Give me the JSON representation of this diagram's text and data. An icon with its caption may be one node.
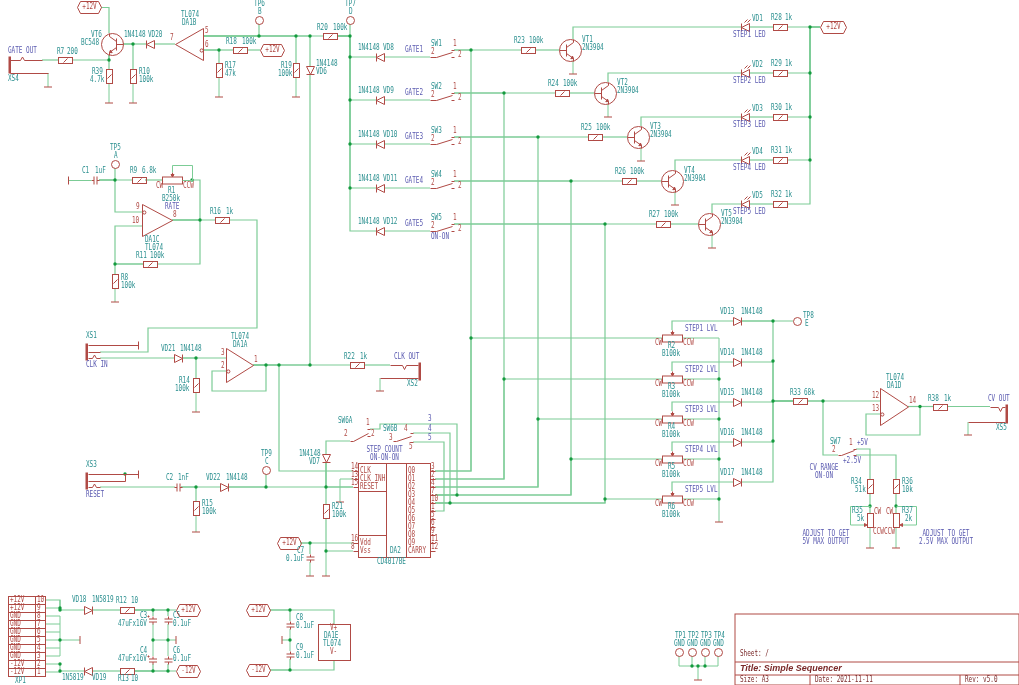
{
  "diagram": {
    "nodes": [
      {
        "text": [
          "+12V"
        ]
      },
      {
        "text": [
          "GATE OUT",
          "XS4"
        ]
      },
      {
        "text": [
          "R7",
          "200"
        ]
      },
      {
        "text": [
          "VT6",
          "BC548"
        ]
      },
      {
        "text": [
          "R39",
          "4.7k"
        ]
      },
      {
        "text": [
          "R10",
          "100k"
        ]
      },
      {
        "text": [
          "1N4148",
          "VD20"
        ]
      },
      {
        "text": [
          "TL074",
          "DA1B",
          "7",
          "5",
          "6"
        ]
      },
      {
        "text": [
          "R18",
          "100k"
        ]
      },
      {
        "text": [
          "+12V"
        ]
      },
      {
        "text": [
          "R17",
          "47k"
        ]
      },
      {
        "text": [
          "TP6",
          "B"
        ]
      },
      {
        "text": [
          "R19",
          "100k"
        ]
      },
      {
        "text": [
          "1N4148",
          "VD6"
        ]
      },
      {
        "text": [
          "R20",
          "100k"
        ]
      },
      {
        "text": [
          "TP7",
          "D"
        ]
      },
      {
        "text": [
          "1N4148",
          "VD8"
        ]
      },
      {
        "text": [
          "1N4148",
          "VD9"
        ]
      },
      {
        "text": [
          "1N4148",
          "VD10"
        ]
      },
      {
        "text": [
          "1N4148",
          "VD11"
        ]
      },
      {
        "text": [
          "1N4148",
          "VD12"
        ]
      },
      {
        "text": [
          "SW1",
          "1",
          "2",
          "2"
        ]
      },
      {
        "text": [
          "SW2",
          "1",
          "2",
          "2"
        ]
      },
      {
        "text": [
          "SW3",
          "1",
          "2",
          "2"
        ]
      },
      {
        "text": [
          "SW4",
          "1",
          "2",
          "2"
        ]
      },
      {
        "text": [
          "SW5",
          "1",
          "2",
          "2",
          "ON-ON"
        ]
      },
      {
        "text": [
          "VT1",
          "2N3904"
        ]
      },
      {
        "text": [
          "VT2",
          "2N3904"
        ]
      },
      {
        "text": [
          "VT3",
          "2N3904"
        ]
      },
      {
        "text": [
          "VT4",
          "2N3904"
        ]
      },
      {
        "text": [
          "VT5",
          "2N3904"
        ]
      },
      {
        "text": [
          "R23",
          "100k"
        ]
      },
      {
        "text": [
          "R24",
          "100k"
        ]
      },
      {
        "text": [
          "R25",
          "100k"
        ]
      },
      {
        "text": [
          "R26",
          "100k"
        ]
      },
      {
        "text": [
          "R27",
          "100k"
        ]
      },
      {
        "text": [
          "VD1",
          "STEP1 LED"
        ]
      },
      {
        "text": [
          "VD2",
          "STEP2 LED"
        ]
      },
      {
        "text": [
          "VD3",
          "STEP3 LED"
        ]
      },
      {
        "text": [
          "VD4",
          "STEP4 LED"
        ]
      },
      {
        "text": [
          "VD5",
          "STEP5 LED"
        ]
      },
      {
        "text": [
          "R28",
          "1k"
        ]
      },
      {
        "text": [
          "R29",
          "1k"
        ]
      },
      {
        "text": [
          "R30",
          "1k"
        ]
      },
      {
        "text": [
          "R31",
          "1k"
        ]
      },
      {
        "text": [
          "R32",
          "1k"
        ]
      },
      {
        "text": [
          "+12V"
        ]
      },
      {
        "text": [
          "TP5",
          "A"
        ]
      },
      {
        "text": [
          "C1",
          "1uF"
        ]
      },
      {
        "text": [
          "R9",
          "6.8k"
        ]
      },
      {
        "text": [
          "R1",
          "B250k",
          "RATE",
          "CW",
          "CCW"
        ]
      },
      {
        "text": [
          "DA1C",
          "TL074",
          "9",
          "10",
          "8"
        ]
      },
      {
        "text": [
          "R16",
          "1k"
        ]
      },
      {
        "text": [
          "R11",
          "100k"
        ]
      },
      {
        "text": [
          "R8",
          "100k"
        ]
      },
      {
        "text": [
          "XS1",
          "CLK IN"
        ]
      },
      {
        "text": [
          "VD21",
          "1N4148"
        ]
      },
      {
        "text": [
          "R14",
          "100k"
        ]
      },
      {
        "text": [
          "TL074",
          "DA1A",
          "3",
          "2",
          "1"
        ]
      },
      {
        "text": [
          "R22",
          "1k"
        ]
      },
      {
        "text": [
          "CLK OUT",
          "XS2"
        ]
      },
      {
        "text": [
          "XS3",
          "RESET"
        ]
      },
      {
        "text": [
          "C2",
          "1nF"
        ]
      },
      {
        "text": [
          "R15",
          "100k"
        ]
      },
      {
        "text": [
          "VD22",
          "1N4148"
        ]
      },
      {
        "text": [
          "TP9",
          "C"
        ]
      },
      {
        "text": [
          "1N4148",
          "VD7"
        ]
      },
      {
        "text": [
          "SW6A",
          "1",
          "2",
          "2",
          "SW6B",
          "3",
          "4",
          "5",
          "STEP COUNT ON-ON-ON"
        ]
      },
      {
        "text": [
          "R21",
          "100k"
        ]
      },
      {
        "text": [
          "14",
          "CLK",
          "13",
          "CLK_INH",
          "15",
          "RESET",
          "16",
          "Vdd",
          "8",
          "Vss",
          "Q0",
          "3",
          "Q1",
          "2",
          "Q2",
          "4",
          "Q3",
          "7",
          "Q4",
          "10",
          "Q5",
          "1",
          "Q6",
          "5",
          "Q7",
          "6",
          "Q8",
          "9",
          "Q9",
          "11",
          "CARRY",
          "12",
          "DA2",
          "CD4017BE"
        ]
      },
      {
        "text": [
          "+12V"
        ]
      },
      {
        "text": [
          "C7",
          "0.1uF"
        ]
      },
      {
        "text": [
          "STEP1 LVL",
          "R2",
          "B100k",
          "CW",
          "CCW"
        ]
      },
      {
        "text": [
          "STEP2 LVL",
          "R3",
          "B100k",
          "CW",
          "CCW"
        ]
      },
      {
        "text": [
          "STEP3 LVL",
          "R4",
          "B100k",
          "CW",
          "CCW"
        ]
      },
      {
        "text": [
          "STEP4 LVL",
          "R5",
          "B100k",
          "CW",
          "CCW"
        ]
      },
      {
        "text": [
          "STEP5 LVL",
          "R6",
          "B100k",
          "CW",
          "CCW"
        ]
      },
      {
        "text": [
          "VD13",
          "1N4148"
        ]
      },
      {
        "text": [
          "VD14",
          "1N4148"
        ]
      },
      {
        "text": [
          "VD15",
          "1N4148"
        ]
      },
      {
        "text": [
          "VD16",
          "1N4148"
        ]
      },
      {
        "text": [
          "VD17",
          "1N4148"
        ]
      },
      {
        "text": [
          "TP8",
          "E"
        ]
      },
      {
        "text": [
          "R33",
          "68k"
        ]
      },
      {
        "text": [
          "TL074",
          "DA1D",
          "12",
          "13",
          "14"
        ]
      },
      {
        "text": [
          "R38",
          "1k"
        ]
      },
      {
        "text": [
          "CV OUT",
          "XS5"
        ]
      },
      {
        "text": [
          "SW7",
          "+5V",
          "2",
          "1",
          "+2.5V",
          "CV RANGE ON-ON"
        ]
      },
      {
        "text": [
          "R34",
          "51k"
        ]
      },
      {
        "text": [
          "R35",
          "5k",
          "CW",
          "CCW"
        ]
      },
      {
        "text": [
          "R36",
          "10k"
        ]
      },
      {
        "text": [
          "R37",
          "2k",
          "CW",
          "CCW"
        ]
      },
      {
        "text": [
          "+12V",
          "10",
          "+12V",
          "9",
          "GND",
          "8",
          "GND",
          "7",
          "GND",
          "6",
          "GND",
          "5",
          "GND",
          "4",
          "GND",
          "3",
          "-12V",
          "2",
          "-12V",
          "1",
          "XP1"
        ]
      },
      {
        "text": [
          "VD18",
          "1N5819"
        ]
      },
      {
        "text": [
          "R12",
          "10"
        ]
      },
      {
        "text": [
          "C3",
          "47uFx16V"
        ]
      },
      {
        "text": [
          "C5",
          "0.1uF"
        ]
      },
      {
        "text": [
          "+12V"
        ]
      },
      {
        "text": [
          "1N5819",
          "VD19"
        ]
      },
      {
        "text": [
          "R13",
          "10"
        ]
      },
      {
        "text": [
          "C4",
          "47uFx16V"
        ]
      },
      {
        "text": [
          "C6",
          "0.1uF"
        ]
      },
      {
        "text": [
          "-12V"
        ]
      },
      {
        "text": [
          "+12V"
        ]
      },
      {
        "text": [
          "C8",
          "0.1uF"
        ]
      },
      {
        "text": [
          "C9",
          "0.1uF"
        ]
      },
      {
        "text": [
          "-12V"
        ]
      },
      {
        "text": [
          "V+",
          "DA1E",
          "TL074",
          "V-"
        ]
      },
      {
        "text": [
          "TP1",
          "GND"
        ]
      },
      {
        "text": [
          "TP2",
          "GND"
        ]
      },
      {
        "text": [
          "TP3",
          "GND"
        ]
      },
      {
        "text": [
          "TP4",
          "GND"
        ]
      }
    ],
    "edges": [
      {
        "from": 0,
        "to": 3,
        "arrow": "none"
      },
      {
        "from": 1,
        "to": 2,
        "arrow": "none"
      },
      {
        "from": 2,
        "to": 3,
        "arrow": "none"
      },
      {
        "from": 3,
        "to": 4,
        "arrow": "none"
      },
      {
        "from": 3,
        "to": 6,
        "arrow": "none"
      },
      {
        "from": 3,
        "to": 5,
        "arrow": "none"
      },
      {
        "from": 7,
        "to": 6,
        "arrow": "none"
      },
      {
        "from": 7,
        "to": 14,
        "arrow": "none"
      },
      {
        "from": 7,
        "to": 8,
        "arrow": "none"
      },
      {
        "from": 8,
        "to": 9,
        "arrow": "none"
      },
      {
        "from": 7,
        "to": 10,
        "arrow": "none"
      },
      {
        "from": 11,
        "to": 7,
        "arrow": "none"
      },
      {
        "from": 7,
        "to": 12,
        "arrow": "none"
      },
      {
        "from": 7,
        "to": 13,
        "arrow": "none"
      },
      {
        "from": 13,
        "to": 58,
        "arrow": "none"
      },
      {
        "from": 14,
        "to": 15,
        "arrow": "none"
      },
      {
        "from": 14,
        "to": 16,
        "arrow": "none"
      },
      {
        "from": 14,
        "to": 17,
        "arrow": "none"
      },
      {
        "from": 14,
        "to": 18,
        "arrow": "none"
      },
      {
        "from": 14,
        "to": 19,
        "arrow": "none"
      },
      {
        "from": 14,
        "to": 20,
        "arrow": "none"
      },
      {
        "from": 16,
        "to": 21,
        "arrow": "none"
      },
      {
        "from": 17,
        "to": 22,
        "arrow": "none"
      },
      {
        "from": 18,
        "to": 23,
        "arrow": "none"
      },
      {
        "from": 19,
        "to": 24,
        "arrow": "none"
      },
      {
        "from": 20,
        "to": 25,
        "arrow": "none"
      },
      {
        "from": 21,
        "to": 31,
        "arrow": "none"
      },
      {
        "from": 22,
        "to": 32,
        "arrow": "none"
      },
      {
        "from": 23,
        "to": 33,
        "arrow": "none"
      },
      {
        "from": 24,
        "to": 34,
        "arrow": "none"
      },
      {
        "from": 25,
        "to": 35,
        "arrow": "none"
      },
      {
        "from": 31,
        "to": 26,
        "arrow": "none"
      },
      {
        "from": 32,
        "to": 27,
        "arrow": "none"
      },
      {
        "from": 33,
        "to": 28,
        "arrow": "none"
      },
      {
        "from": 34,
        "to": 29,
        "arrow": "none"
      },
      {
        "from": 35,
        "to": 30,
        "arrow": "none"
      },
      {
        "from": 26,
        "to": 36,
        "arrow": "none"
      },
      {
        "from": 27,
        "to": 37,
        "arrow": "none"
      },
      {
        "from": 28,
        "to": 38,
        "arrow": "none"
      },
      {
        "from": 29,
        "to": 39,
        "arrow": "none"
      },
      {
        "from": 30,
        "to": 40,
        "arrow": "none"
      },
      {
        "from": 36,
        "to": 41,
        "arrow": "none"
      },
      {
        "from": 37,
        "to": 42,
        "arrow": "none"
      },
      {
        "from": 38,
        "to": 43,
        "arrow": "none"
      },
      {
        "from": 39,
        "to": 44,
        "arrow": "none"
      },
      {
        "from": 40,
        "to": 45,
        "arrow": "none"
      },
      {
        "from": 41,
        "to": 46,
        "arrow": "none"
      },
      {
        "from": 42,
        "to": 46,
        "arrow": "none"
      },
      {
        "from": 43,
        "to": 46,
        "arrow": "none"
      },
      {
        "from": 44,
        "to": 46,
        "arrow": "none"
      },
      {
        "from": 45,
        "to": 46,
        "arrow": "none"
      },
      {
        "from": 69,
        "to": 21,
        "arrow": "none"
      },
      {
        "from": 69,
        "to": 22,
        "arrow": "none"
      },
      {
        "from": 69,
        "to": 23,
        "arrow": "none"
      },
      {
        "from": 69,
        "to": 24,
        "arrow": "none"
      },
      {
        "from": 69,
        "to": 25,
        "arrow": "none"
      },
      {
        "from": 69,
        "to": 72,
        "arrow": "none"
      },
      {
        "from": 69,
        "to": 73,
        "arrow": "none"
      },
      {
        "from": 69,
        "to": 74,
        "arrow": "none"
      },
      {
        "from": 69,
        "to": 75,
        "arrow": "none"
      },
      {
        "from": 69,
        "to": 76,
        "arrow": "none"
      },
      {
        "from": 72,
        "to": 77,
        "arrow": "none"
      },
      {
        "from": 73,
        "to": 78,
        "arrow": "none"
      },
      {
        "from": 74,
        "to": 79,
        "arrow": "none"
      },
      {
        "from": 75,
        "to": 80,
        "arrow": "none"
      },
      {
        "from": 76,
        "to": 81,
        "arrow": "none"
      },
      {
        "from": 77,
        "to": 83,
        "arrow": "none"
      },
      {
        "from": 78,
        "to": 83,
        "arrow": "none"
      },
      {
        "from": 79,
        "to": 83,
        "arrow": "none"
      },
      {
        "from": 80,
        "to": 83,
        "arrow": "none"
      },
      {
        "from": 81,
        "to": 83,
        "arrow": "none"
      },
      {
        "from": 77,
        "to": 82,
        "arrow": "none"
      },
      {
        "from": 83,
        "to": 84,
        "arrow": "none"
      },
      {
        "from": 84,
        "to": 85,
        "arrow": "none"
      },
      {
        "from": 85,
        "to": 86,
        "arrow": "none"
      },
      {
        "from": 84,
        "to": 84,
        "arrow": "none"
      },
      {
        "from": 83,
        "to": 87,
        "arrow": "none"
      },
      {
        "from": 87,
        "to": 88,
        "arrow": "none"
      },
      {
        "from": 87,
        "to": 90,
        "arrow": "none"
      },
      {
        "from": 88,
        "to": 89,
        "arrow": "none"
      },
      {
        "from": 90,
        "to": 91,
        "arrow": "none"
      },
      {
        "from": 48,
        "to": 47,
        "arrow": "none"
      },
      {
        "from": 48,
        "to": 49,
        "arrow": "none"
      },
      {
        "from": 49,
        "to": 50,
        "arrow": "none"
      },
      {
        "from": 50,
        "to": 51,
        "arrow": "none"
      },
      {
        "from": 48,
        "to": 51,
        "arrow": "none"
      },
      {
        "from": 51,
        "to": 52,
        "arrow": "none"
      },
      {
        "from": 52,
        "to": 55,
        "arrow": "none"
      },
      {
        "from": 53,
        "to": 51,
        "arrow": "none"
      },
      {
        "from": 54,
        "to": 53,
        "arrow": "none"
      },
      {
        "from": 51,
        "to": 53,
        "arrow": "none"
      },
      {
        "from": 55,
        "to": 56,
        "arrow": "none"
      },
      {
        "from": 56,
        "to": 58,
        "arrow": "none"
      },
      {
        "from": 56,
        "to": 57,
        "arrow": "none"
      },
      {
        "from": 58,
        "to": 58,
        "arrow": "none"
      },
      {
        "from": 58,
        "to": 59,
        "arrow": "none"
      },
      {
        "from": 59,
        "to": 60,
        "arrow": "none"
      },
      {
        "from": 58,
        "to": 69,
        "arrow": "none"
      },
      {
        "from": 61,
        "to": 62,
        "arrow": "none"
      },
      {
        "from": 62,
        "to": 64,
        "arrow": "none"
      },
      {
        "from": 62,
        "to": 63,
        "arrow": "none"
      },
      {
        "from": 64,
        "to": 65,
        "arrow": "none"
      },
      {
        "from": 64,
        "to": 69,
        "arrow": "none"
      },
      {
        "from": 66,
        "to": 69,
        "arrow": "none"
      },
      {
        "from": 67,
        "to": 66,
        "arrow": "none"
      },
      {
        "from": 66,
        "to": 68,
        "arrow": "none"
      },
      {
        "from": 68,
        "to": 69,
        "arrow": "none"
      },
      {
        "from": 70,
        "to": 69,
        "arrow": "none"
      },
      {
        "from": 70,
        "to": 71,
        "arrow": "none"
      },
      {
        "from": 69,
        "to": 67,
        "arrow": "none"
      },
      {
        "from": 69,
        "to": 67,
        "arrow": "none"
      },
      {
        "from": 69,
        "to": 67,
        "arrow": "none"
      },
      {
        "from": 92,
        "to": 93,
        "arrow": "none"
      },
      {
        "from": 93,
        "to": 94,
        "arrow": "none"
      },
      {
        "from": 94,
        "to": 97,
        "arrow": "none"
      },
      {
        "from": 94,
        "to": 95,
        "arrow": "none"
      },
      {
        "from": 94,
        "to": 96,
        "arrow": "none"
      },
      {
        "from": 92,
        "to": 98,
        "arrow": "none"
      },
      {
        "from": 98,
        "to": 99,
        "arrow": "none"
      },
      {
        "from": 99,
        "to": 102,
        "arrow": "none"
      },
      {
        "from": 99,
        "to": 100,
        "arrow": "none"
      },
      {
        "from": 99,
        "to": 101,
        "arrow": "none"
      },
      {
        "from": 103,
        "to": 104,
        "arrow": "none"
      },
      {
        "from": 103,
        "to": 107,
        "arrow": "none"
      },
      {
        "from": 106,
        "to": 105,
        "arrow": "none"
      },
      {
        "from": 106,
        "to": 107,
        "arrow": "none"
      }
    ],
    "labels": [
      "GATE1",
      "GATE2",
      "GATE3",
      "GATE4",
      "GATE5",
      "3",
      "4",
      "5",
      "ADJUST TO GET 5V MAX OUTPUT",
      "ADJUST TO GET 2.5V MAX OUTPUT",
      "Sheet: /",
      "Title: Simple Sequencer",
      "Size: A3",
      "Date: 2021-11-11",
      "Rev: v5.0"
    ]
  }
}
